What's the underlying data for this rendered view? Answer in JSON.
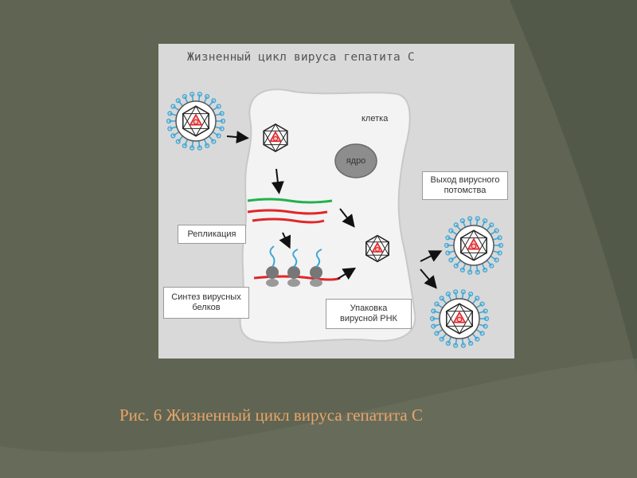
{
  "figure": {
    "title": "Жизненный цикл вируса гепатита С",
    "labels": {
      "cell": "клетка",
      "nucleus": "ядро",
      "exit_line1": "Выход вирусного",
      "exit_line2": "потомства",
      "replication": "Репликация",
      "synthesis_line1": "Синтез вирусных",
      "synthesis_line2": "белков",
      "packaging_line1": "Упаковка",
      "packaging_line2": "вирусной РНК"
    }
  },
  "caption": "Рис. 6 Жизненный цикл вируса гепатита С",
  "colors": {
    "background": "#5f6552",
    "panel": "#d9d9d9",
    "caption": "#e9a46a",
    "rna_green": "#22b14c",
    "rna_red": "#e0262a",
    "spikes": "#3fa7d6"
  }
}
